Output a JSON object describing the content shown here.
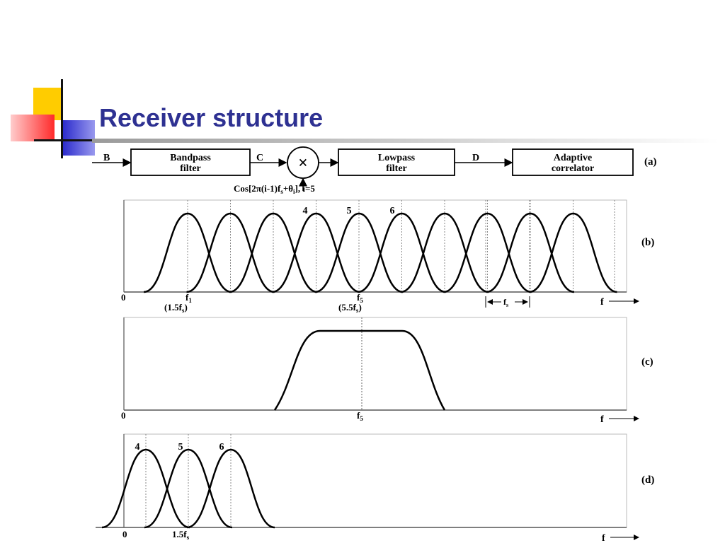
{
  "slide": {
    "title": "Receiver structure"
  },
  "colors": {
    "title": "#2e3192",
    "deco_yellow": "#ffcc00",
    "deco_red": "#ff3333",
    "deco_blue": "#3333cc"
  },
  "block_diagram": {
    "input_label": "B",
    "bandpass": [
      "Bandpass",
      "filter"
    ],
    "node_c": "C",
    "mixer_symbol": "×",
    "lowpass": [
      "Lowpass",
      "filter"
    ],
    "node_d": "D",
    "correlator": [
      "Adaptive",
      "correlator"
    ],
    "panel_label": "(a)",
    "oscillator": "Cos[2π(i-1)f",
    "oscillator_sub": "s",
    "oscillator_tail": "+θ",
    "oscillator_sub2": "i",
    "oscillator_end": "], i=5"
  },
  "panel_b": {
    "label": "(b)",
    "zero": "0",
    "f1": "f",
    "f1_sub": "1",
    "f1_note": "(1.5f",
    "f1_note_sub": "s",
    "f1_note_end": ")",
    "f5": "f",
    "f5_sub": "5",
    "f5_note": "(5.5f",
    "f5_note_sub": "s",
    "f5_note_end": ")",
    "fs": "f",
    "fs_sub": "s",
    "axis": "f",
    "peaks": [
      "4",
      "5",
      "6"
    ]
  },
  "panel_c": {
    "label": "(c)",
    "zero": "0",
    "f5": "f",
    "f5_sub": "5",
    "axis": "f"
  },
  "panel_d": {
    "label": "(d)",
    "zero": "0",
    "tick": "1.5f",
    "tick_sub": "s",
    "axis": "f",
    "peaks": [
      "4",
      "5",
      "6"
    ]
  }
}
